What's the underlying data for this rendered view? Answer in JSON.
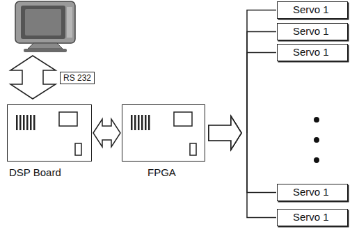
{
  "diagram": {
    "nodes": [
      {
        "text": [
          "DSP Board"
        ]
      },
      {
        "text": [
          "FPGA"
        ]
      },
      {
        "text": [
          "Servo 1"
        ]
      },
      {
        "text": [
          "Servo 1"
        ]
      },
      {
        "text": [
          "Servo 1"
        ]
      },
      {
        "text": [
          "Servo 1"
        ]
      },
      {
        "text": [
          "Servo 1"
        ]
      }
    ],
    "edges": [
      {
        "from": 0,
        "to": 1,
        "arrow": "both"
      },
      {
        "from": 1,
        "to": 2,
        "arrow": "to"
      },
      {
        "from": 1,
        "to": 3,
        "arrow": "to"
      },
      {
        "from": 1,
        "to": 4,
        "arrow": "to"
      },
      {
        "from": 1,
        "to": 5,
        "arrow": "to"
      },
      {
        "from": 1,
        "to": 6,
        "arrow": "to"
      }
    ],
    "labels": [
      "RS 232"
    ]
  }
}
